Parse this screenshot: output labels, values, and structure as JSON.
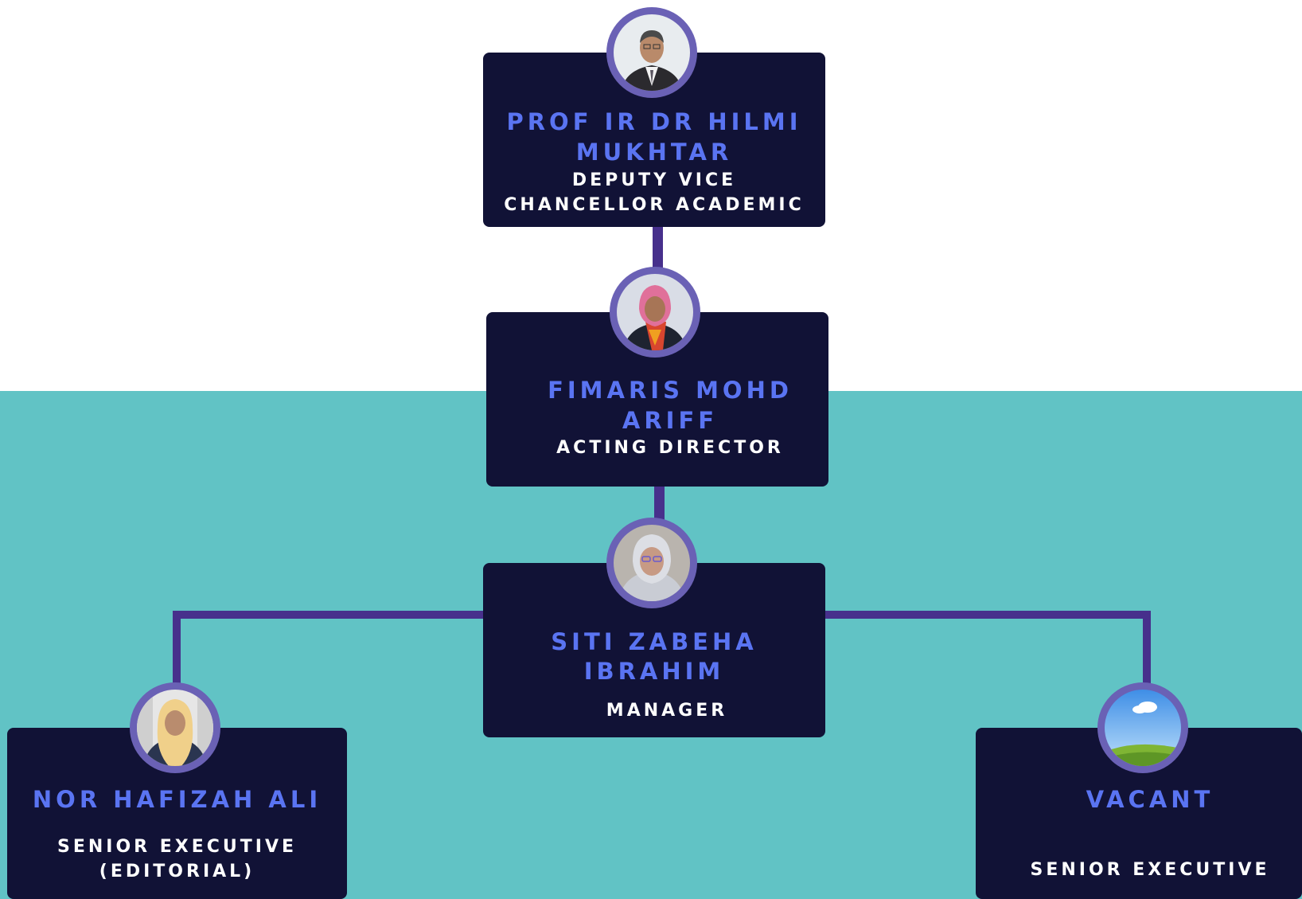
{
  "colors": {
    "background_top": "#ffffff",
    "background_band": "#61c3c5",
    "card": "#111236",
    "name_text": "#5a74f2",
    "role_text": "#ffffff",
    "connector": "#47308c",
    "avatar_ring": "#6a61b5"
  },
  "people": {
    "deputy_vc": {
      "name_line1": "PROF IR DR HILMI",
      "name_line2": "MUKHTAR",
      "role_line1": "DEPUTY VICE",
      "role_line2": "CHANCELLOR ACADEMIC",
      "avatar": "man-in-suit-photo"
    },
    "director": {
      "name": "FIMARIS MOHD ARIFF",
      "role": "ACTING DIRECTOR",
      "avatar": "woman-pink-hijab-photo"
    },
    "manager": {
      "name_line1": "SITI ZABEHA",
      "name_line2": "IBRAHIM",
      "role": "MANAGER",
      "avatar": "woman-grey-hijab-glasses-photo"
    },
    "senior_exec_editorial": {
      "name": "NOR HAFIZAH ALI",
      "role_line1": "SENIOR EXECUTIVE",
      "role_line2": "(EDITORIAL)",
      "avatar": "woman-yellow-hijab-photo"
    },
    "vacant": {
      "name": "VACANT",
      "role": "SENIOR EXECUTIVE",
      "avatar": "landscape-placeholder-photo"
    }
  }
}
